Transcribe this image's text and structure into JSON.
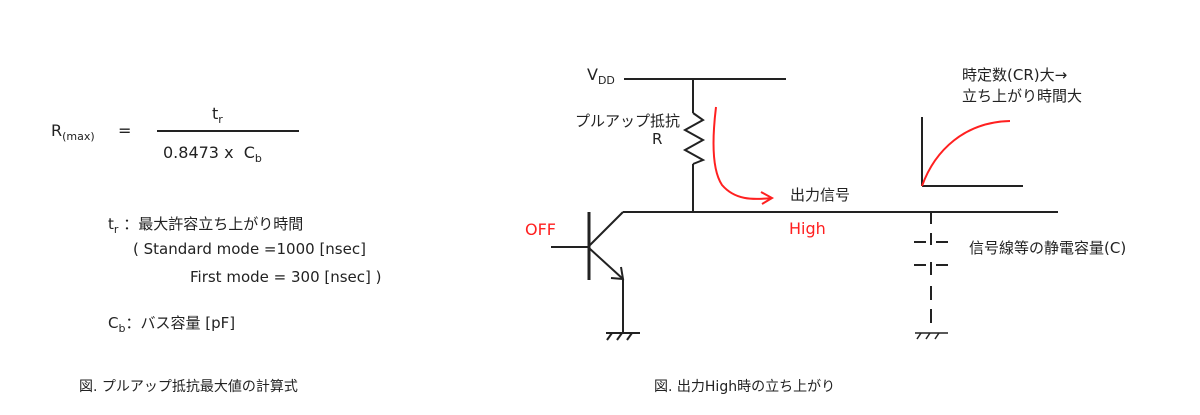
{
  "formula": {
    "lhs_main": "R",
    "lhs_sub": "(max)",
    "equals": "=",
    "numerator_main": "t",
    "numerator_sub": "r",
    "denominator_coef": "0.8473 x",
    "denominator_main": "C",
    "denominator_sub": "b"
  },
  "definitions": {
    "tr_symbol": "t",
    "tr_sub": "r",
    "tr_desc": "：最大許容立ち上がり時間",
    "standard_line": "( Standard mode =1000 [nsec]",
    "first_line": "First mode =  300 [nsec] )",
    "cb_symbol": "C",
    "cb_sub": "b",
    "cb_desc": "：バス容量 [pF]"
  },
  "left_caption": "図. プルアップ抵抗最大値の計算式",
  "circuit": {
    "vdd_main": "V",
    "vdd_sub": "DD",
    "pullup_label": "プルアップ抵抗",
    "r_label": "R",
    "output_signal_label": "出力信号",
    "off_label": "OFF",
    "high_label": "High",
    "capacitance_label": "信号線等の静電容量(C)",
    "note_line1": "時定数(CR)大→",
    "note_line2": "立ち上がり時間大",
    "accent_color": "#ff2020",
    "line_color": "#222222"
  },
  "right_caption": "図.  出力High時の立ち上がり"
}
